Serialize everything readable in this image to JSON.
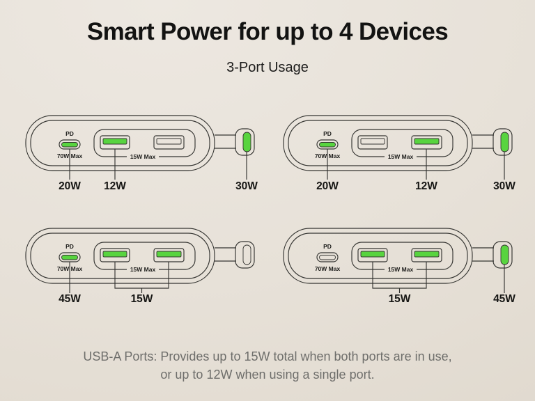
{
  "page": {
    "title": "Smart Power for up to 4 Devices",
    "subtitle": "3-Port Usage",
    "caption": {
      "line1": "USB-A Ports: Provides up to 15W total when both ports are in use,",
      "line2": "or up to 12W when using a single port."
    }
  },
  "colors": {
    "background": "#e7e1d8",
    "line": "#343431",
    "green": "#58d43f",
    "caption_text": "#6e6e6b"
  },
  "devices": [
    {
      "name": "top-left",
      "pd": "PD",
      "usbc_max": "70W Max",
      "usba_max": "15W Max",
      "usbc_state": "active",
      "usba1_state": "active",
      "usba2_state": "inactive",
      "cable_state": "active",
      "usbc_watt": "20W",
      "usba_watt": "12W",
      "cable_watt": "30W"
    },
    {
      "name": "top-right",
      "pd": "PD",
      "usbc_max": "70W Max",
      "usba_max": "15W Max",
      "usbc_state": "active",
      "usba1_state": "inactive",
      "usba2_state": "active",
      "cable_state": "active",
      "usbc_watt": "20W",
      "usba_watt": "12W",
      "cable_watt": "30W"
    },
    {
      "name": "bottom-left",
      "pd": "PD",
      "usbc_max": "70W Max",
      "usba_max": "15W Max",
      "usbc_state": "active",
      "usba1_state": "active",
      "usba2_state": "active",
      "cable_state": "inactive",
      "usbc_watt": "45W",
      "usba_watt": "15W"
    },
    {
      "name": "bottom-right",
      "pd": "PD",
      "usbc_max": "70W Max",
      "usba_max": "15W Max",
      "usbc_state": "inactive",
      "usba1_state": "active",
      "usba2_state": "active",
      "cable_state": "active",
      "usba_watt": "15W",
      "cable_watt": "45W"
    }
  ]
}
